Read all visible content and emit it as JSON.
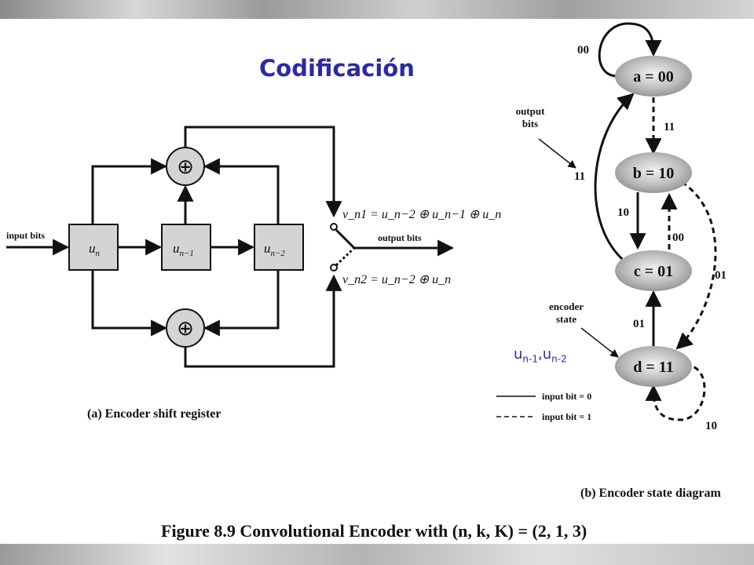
{
  "slide": {
    "title": "Codificación"
  },
  "figure": {
    "caption": "Figure 8.9  Convolutional Encoder with (n, k, K) = (2, 1, 3)",
    "part_a_caption": "(a) Encoder shift register",
    "part_b_caption": "(b) Encoder state diagram"
  },
  "shift_register": {
    "input_label": "input bits",
    "output_label": "output bits",
    "registers": [
      "u",
      "u",
      "u"
    ],
    "register_subscripts": [
      "n",
      "n−1",
      "n−2"
    ],
    "adder_symbol": "⊕",
    "v1_equation": "v_n1 = u_n−2 ⊕ u_n−1 ⊕ u_n",
    "v2_equation": "v_n2 = u_n−2 ⊕ u_n"
  },
  "state_diagram": {
    "states": [
      "a = 00",
      "b = 10",
      "c = 01",
      "d = 11"
    ],
    "transitions": [
      {
        "from": "a = 00",
        "to": "a = 00",
        "label": "00",
        "input_bit": 0
      },
      {
        "from": "a = 00",
        "to": "b = 10",
        "label": "11",
        "input_bit": 1
      },
      {
        "from": "b = 10",
        "to": "c = 01",
        "label": "10",
        "input_bit": 0
      },
      {
        "from": "c = 01",
        "to": "b = 10",
        "label": "00",
        "input_bit": 1
      },
      {
        "from": "c = 01",
        "to": "a = 00",
        "label": "11",
        "input_bit": 0
      },
      {
        "from": "b = 10",
        "to": "d = 11",
        "label": "01",
        "input_bit": 1
      },
      {
        "from": "d = 11",
        "to": "c = 01",
        "label": "01",
        "input_bit": 0
      },
      {
        "from": "d = 11",
        "to": "d = 11",
        "label": "10",
        "input_bit": 1
      }
    ],
    "output_bits_label_line1": "output",
    "output_bits_label_line2": "bits",
    "encoder_state_label_line1": "encoder",
    "encoder_state_label_line2": "state",
    "legend": [
      {
        "style": "solid",
        "label": "input bit = 0"
      },
      {
        "style": "dashed",
        "label": "input bit = 1"
      }
    ]
  },
  "annotation": {
    "base": "u",
    "sub1": "n-1",
    "sep": ",",
    "sub2": "n-2"
  }
}
